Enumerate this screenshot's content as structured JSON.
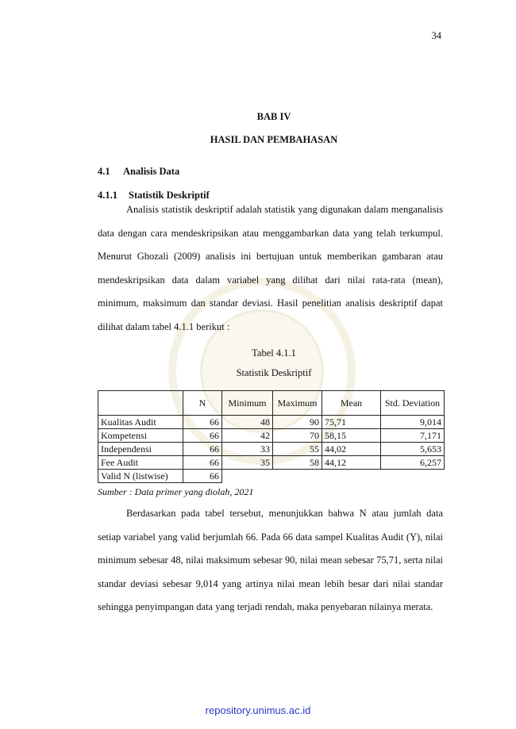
{
  "page_number": "34",
  "chapter": {
    "number": "BAB IV",
    "title": "HASIL DAN PEMBAHASAN"
  },
  "sections": {
    "s41": {
      "num": "4.1",
      "title": "Analisis Data"
    },
    "s411": {
      "num": "4.1.1",
      "title": "Statistik Deskriptif"
    }
  },
  "paragraph_1": "Analisis statistik deskriptif adalah statistik yang digunakan dalam menganalisis data dengan cara mendeskripsikan atau menggambarkan data yang telah terkumpul. Menurut Ghozali (2009) analisis ini bertujuan untuk memberikan gambaran atau mendeskripsikan data dalam variabel yang dilihat dari nilai rata-rata (mean), minimum, maksimum dan standar deviasi. Hasil penelitian analisis deskriptif dapat dilihat dalam tabel 4.1.1 berikut :",
  "table": {
    "caption_1": "Tabel 4.1.1",
    "caption_2": "Statistik Deskriptif",
    "headers": {
      "n": "N",
      "min": "Minimum",
      "max": "Maximum",
      "mean": "Mean",
      "sd": "Std. Deviation"
    },
    "rows": [
      {
        "label": "Kualitas Audit",
        "n": "66",
        "min": "48",
        "max": "90",
        "mean": "75,71",
        "sd": "9,014"
      },
      {
        "label": "Kompetensi",
        "n": "66",
        "min": "42",
        "max": "70",
        "mean": "58,15",
        "sd": "7,171"
      },
      {
        "label": "Independensi",
        "n": "66",
        "min": "33",
        "max": "55",
        "mean": "44,02",
        "sd": "5,653"
      },
      {
        "label": "Fee Audit",
        "n": "66",
        "min": "35",
        "max": "58",
        "mean": "44,12",
        "sd": "6,257"
      },
      {
        "label": "Valid N (listwise)",
        "n": "66"
      }
    ],
    "source": "Sumber : Data primer yang diolah, 2021"
  },
  "paragraph_2": "Berdasarkan pada tabel tersebut, menunjukkan bahwa N atau jumlah data setiap variabel yang valid berjumlah 66. Pada 66 data sampel Kualitas Audit (Y), nilai minimum sebesar 48, nilai maksimum sebesar 90, nilai mean sebesar 75,71, serta nilai standar deviasi sebesar 9,014 yang artinya nilai mean lebih besar dari nilai standar sehingga penyimpangan data yang terjadi rendah, maka penyebaran nilainya merata.",
  "footer": "repository.unimus.ac.id"
}
